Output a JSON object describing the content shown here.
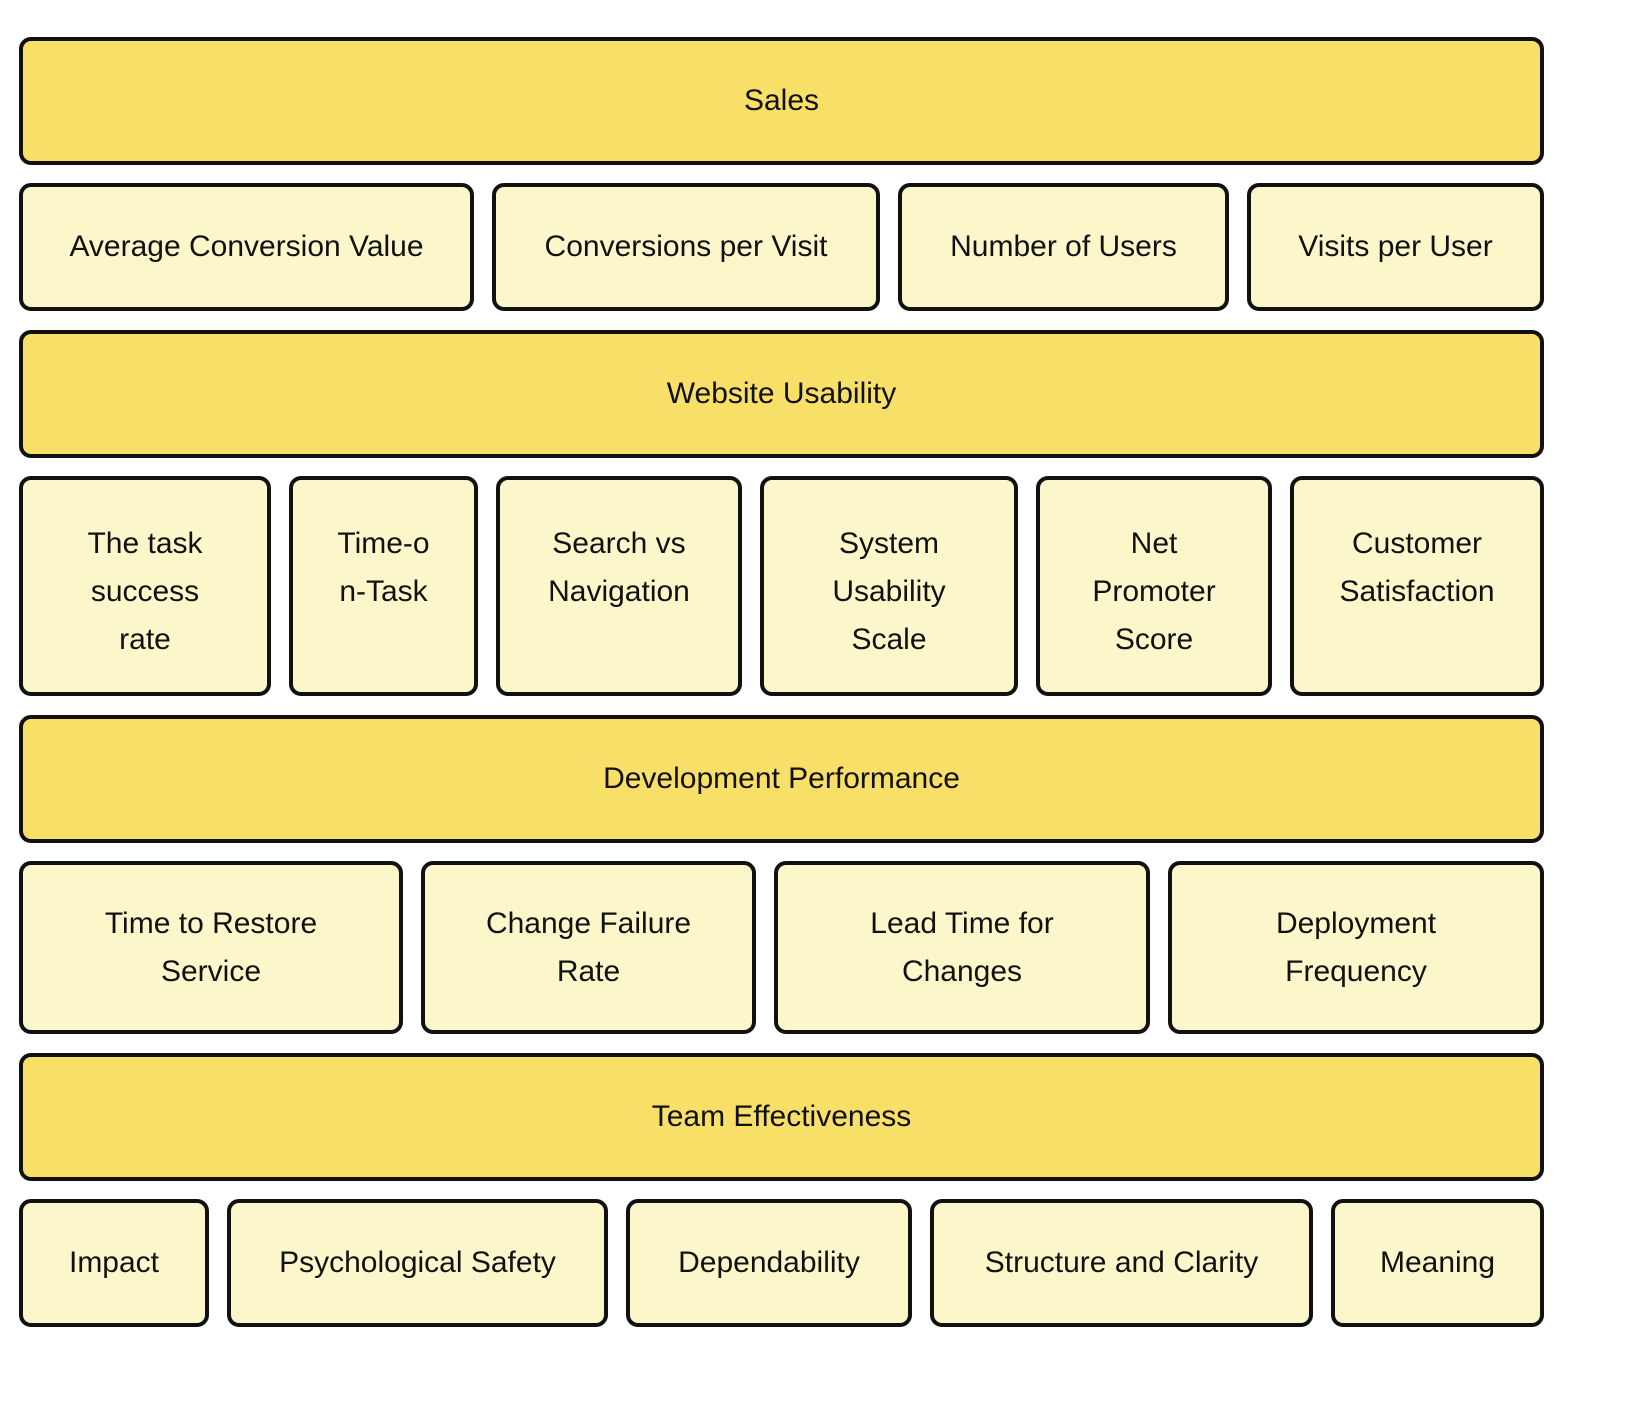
{
  "colors": {
    "header_fill": "#f7df68",
    "metric_fill": "#fcf7cb",
    "border": "#111111",
    "text": "#111111"
  },
  "rows": [
    {
      "header": "Sales",
      "metrics": [
        "Average Conversion Value",
        "Conversions per Visit",
        "Number of Users",
        "Visits per User"
      ]
    },
    {
      "header": "Website Usability",
      "metrics": [
        "The task success rate",
        "Time-on-Task",
        "Search vs Navigation",
        "System Usability Scale",
        "Net Promoter Score",
        "Customer Satisfaction"
      ]
    },
    {
      "header": "Development Performance",
      "metrics": [
        "Time to Restore Service",
        "Change Failure Rate",
        "Lead Time for Changes",
        "Deployment Frequency"
      ]
    },
    {
      "header": "Team Effectiveness",
      "metrics": [
        "Impact",
        "Psychological Safety",
        "Dependability",
        "Structure and Clarity",
        "Meaning"
      ]
    }
  ]
}
